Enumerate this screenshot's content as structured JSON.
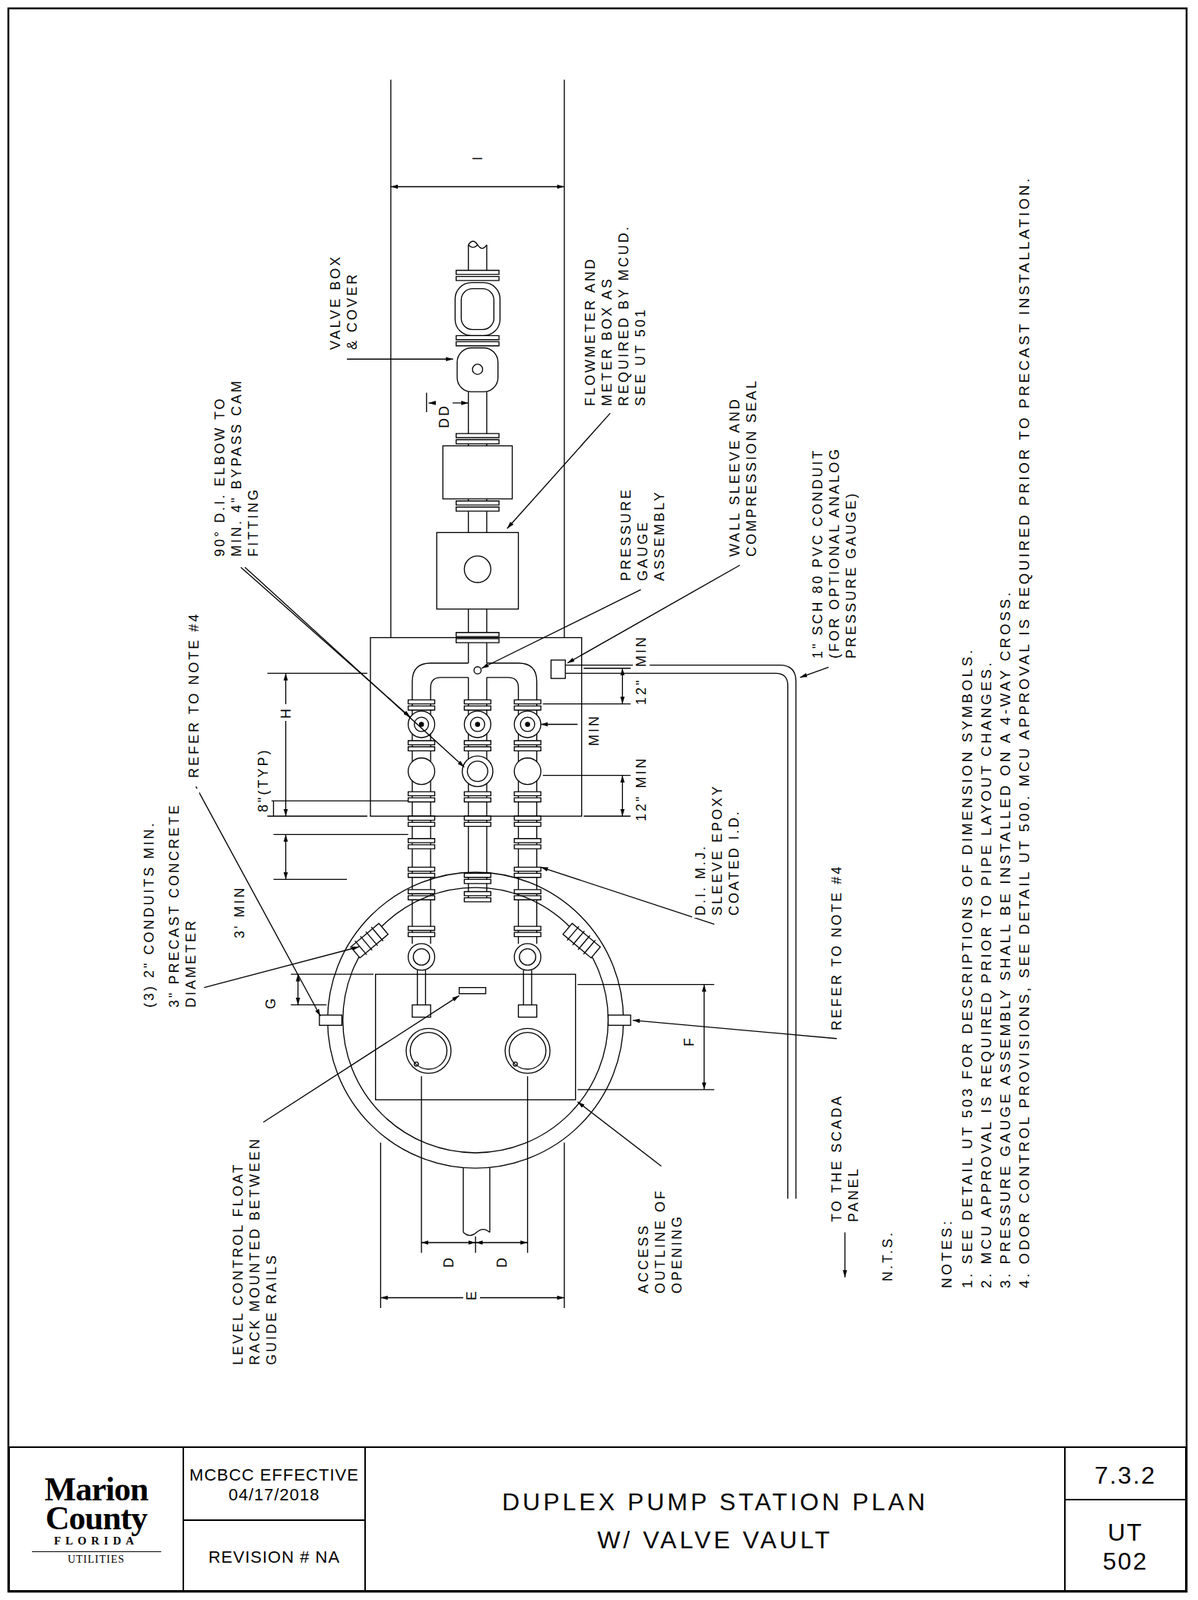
{
  "diagram": {
    "nodes": [
      {
        "text": [
          "Marion County",
          "FLORIDA",
          "UTILITIES"
        ]
      },
      {
        "text": [
          "MCBCC EFFECTIVE 04/17/2018"
        ]
      },
      {
        "text": [
          "REVISION # NA"
        ]
      },
      {
        "text": [
          "DUPLEX PUMP STATION PLAN W/ VALVE VAULT"
        ]
      },
      {
        "text": [
          "7.3.2"
        ]
      },
      {
        "text": [
          "UT 502"
        ]
      }
    ],
    "labels": [
      "I",
      "VALVE BOX & COVER",
      "DD",
      "FLOWMETER AND METER BOX AS REQUIRED BY MCUD. SEE UT 501",
      "90° D.I. ELBOW TO MIN. 4\" BYPASS CAM FITTING",
      "PRESSURE GAUGE ASSEMBLY",
      "WALL SLEEVE AND COMPRESSION SEAL",
      "1\" SCH 80 PVC CONDUIT (FOR OPTIONAL ANALOG PRESSURE GAUGE)",
      "REFER TO NOTE #4",
      "H",
      "8\"(TYP)",
      "MIN",
      "12\"",
      "MIN",
      "12\" MIN",
      "D.I. M.J. SLEEVE EPOXY COATED I.D.",
      "REFER TO NOTE #4",
      "3' MIN",
      "(3) 2\" CONDUITS MIN.",
      "3\" PRECAST CONCRETE DIAMETER",
      "G",
      "F",
      "LEVEL CONTROL FLOAT RACK MOUNTED BETWEEN GUIDE RAILS",
      "TO THE SCADA PANEL",
      "ACCESS OUTLINE OF OPENING",
      "D",
      "D",
      "E",
      "N.T.S.",
      "NOTES:",
      "1. SEE DETAIL UT 503 FOR DESCRIPTIONS OF DIMENSION SYMBOLS.",
      "2. MCU APPROVAL IS REQUIRED PRIOR TO PIPE LAYOUT CHANGES.",
      "3. PRESSURE GAUGE ASSEMBLY SHALL BE INSTALLED ON A 4-WAY CROSS.",
      "4. ODOR CONTROL PROVISIONS, SEE DETAIL UT 500. MCU APPROVAL IS REQUIRED PRIOR TO PRECAST INSTALLATION."
    ]
  }
}
